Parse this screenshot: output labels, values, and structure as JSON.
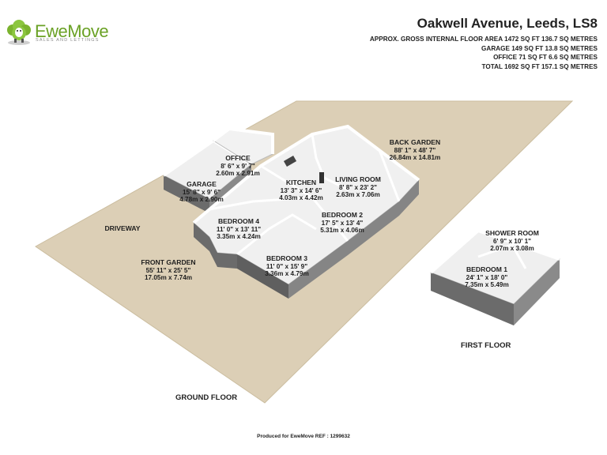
{
  "brand": {
    "name": "EweMove",
    "tagline": "SALES AND LETTINGS"
  },
  "header": {
    "title": "Oakwell Avenue, Leeds, LS8",
    "areas": [
      "APPROX. GROSS INTERNAL FLOOR AREA 1472 SQ FT 136.7 SQ METRES",
      "GARAGE 149 SQ FT 13.8 SQ METRES",
      "OFFICE 71 SQ FT 6.6 SQ METRES",
      "TOTAL 1692 SQ FT 157.1 SQ METRES"
    ]
  },
  "rooms": {
    "back_garden": {
      "name": "BACK GARDEN",
      "imperial": "88' 1\" x 48' 7\"",
      "metric": "26.84m x 14.81m"
    },
    "office": {
      "name": "OFFICE",
      "imperial": "8' 6\" x 9' 7\"",
      "metric": "2.60m x 2.91m"
    },
    "garage": {
      "name": "GARAGE",
      "imperial": "15' 8\" x 9' 6\"",
      "metric": "4.78m x 2.90m"
    },
    "kitchen": {
      "name": "KITCHEN",
      "imperial": "13' 3\" x 14' 6\"",
      "metric": "4.03m x 4.42m"
    },
    "living_room": {
      "name": "LIVING ROOM",
      "imperial": "8' 8\" x 23' 2\"",
      "metric": "2.63m x 7.06m"
    },
    "bedroom2": {
      "name": "BEDROOM 2",
      "imperial": "17' 5\" x 13' 4\"",
      "metric": "5.31m x 4.06m"
    },
    "bedroom4": {
      "name": "BEDROOM 4",
      "imperial": "11' 0\" x 13' 11\"",
      "metric": "3.35m x 4.24m"
    },
    "driveway": {
      "name": "DRIVEWAY"
    },
    "front_garden": {
      "name": "FRONT GARDEN",
      "imperial": "55' 11\" x 25' 5\"",
      "metric": "17.05m x 7.74m"
    },
    "bedroom3": {
      "name": "BEDROOM 3",
      "imperial": "11' 0\" x 15' 9\"",
      "metric": "3.36m x 4.79m"
    },
    "shower_room": {
      "name": "SHOWER ROOM",
      "imperial": "6' 9\" x 10' 1\"",
      "metric": "2.07m x 3.08m"
    },
    "bedroom1": {
      "name": "BEDROOM 1",
      "imperial": "24' 1\" x 18' 0\"",
      "metric": "7.35m x 5.49m"
    }
  },
  "floors": {
    "ground": "GROUND FLOOR",
    "first": "FIRST FLOOR"
  },
  "footer": "Produced for EweMove   REF : 1299632",
  "colors": {
    "ground": "#dccfb6",
    "wall_top": "#e8e8e8",
    "wall_side": "#6b6b6b",
    "floor": "#efefef",
    "brand": "#6aa125"
  }
}
